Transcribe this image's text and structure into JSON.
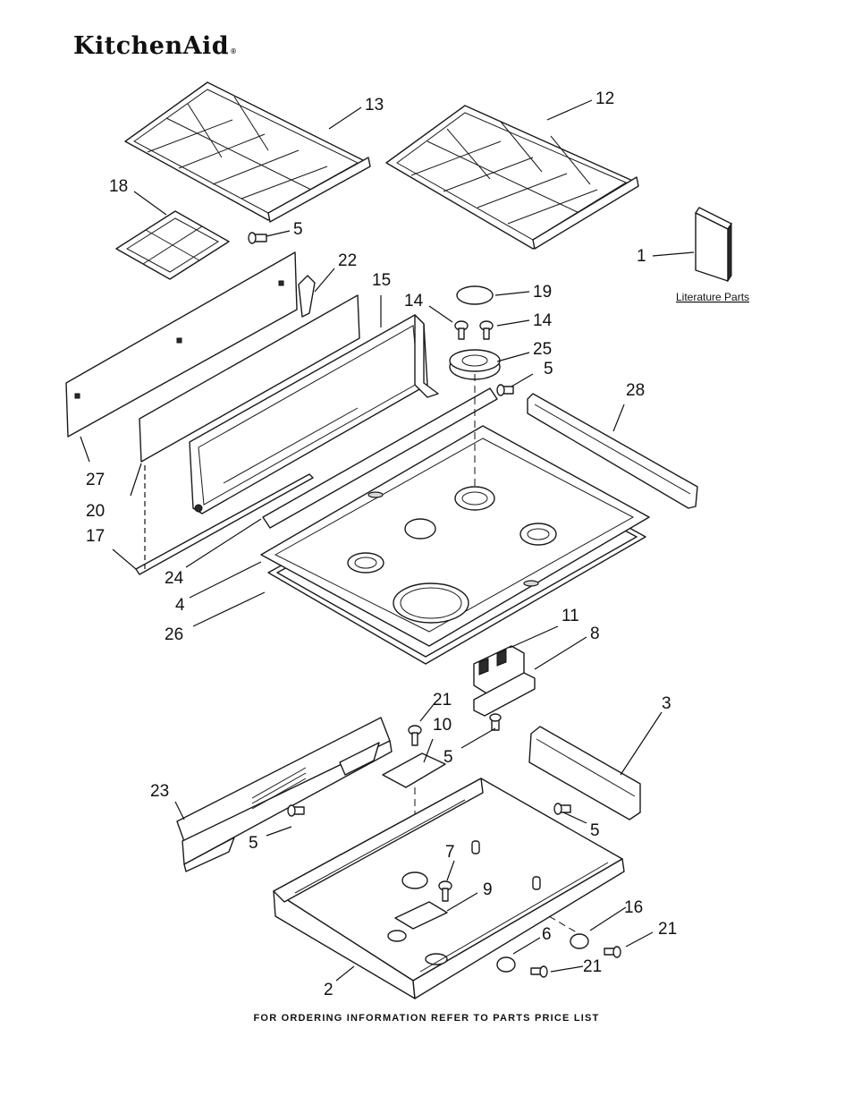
{
  "brand": {
    "name": "KitchenAid",
    "mark": "®"
  },
  "footer": {
    "text": "FOR ORDERING INFORMATION REFER TO PARTS PRICE LIST"
  },
  "literature_label": "Literature Parts",
  "callouts": {
    "c1": "1",
    "c2": "2",
    "c3": "3",
    "c4": "4",
    "c5a": "5",
    "c5b": "5",
    "c5c": "5",
    "c5d": "5",
    "c5e": "5",
    "c6": "6",
    "c7": "7",
    "c8": "8",
    "c9": "9",
    "c10": "10",
    "c11": "11",
    "c12": "12",
    "c13": "13",
    "c14a": "14",
    "c14b": "14",
    "c15": "15",
    "c16": "16",
    "c17": "17",
    "c18": "18",
    "c19": "19",
    "c20": "20",
    "c21a": "21",
    "c21b": "21",
    "c21c": "21",
    "c22": "22",
    "c23": "23",
    "c24": "24",
    "c25": "25",
    "c26": "26",
    "c27": "27",
    "c28": "28"
  }
}
